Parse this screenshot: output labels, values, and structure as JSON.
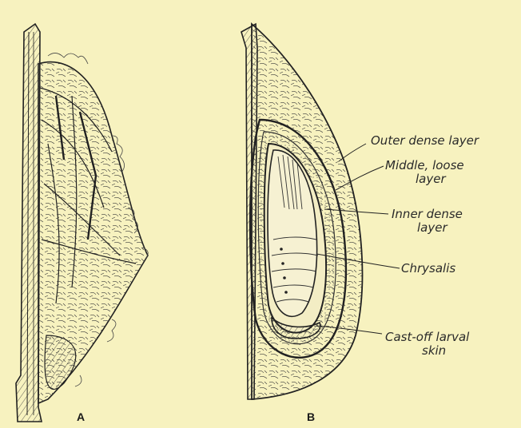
{
  "figure": {
    "panels": [
      {
        "letter": "A"
      },
      {
        "letter": "B"
      }
    ],
    "labels": {
      "outer_dense": "Outer dense layer",
      "middle_loose_1": "Middle, loose",
      "middle_loose_2": "layer",
      "inner_dense_1": "Inner dense",
      "inner_dense_2": "layer",
      "chrysalis": "Chrysalis",
      "cast_off_1": "Cast-off larval",
      "cast_off_2": "skin"
    }
  }
}
